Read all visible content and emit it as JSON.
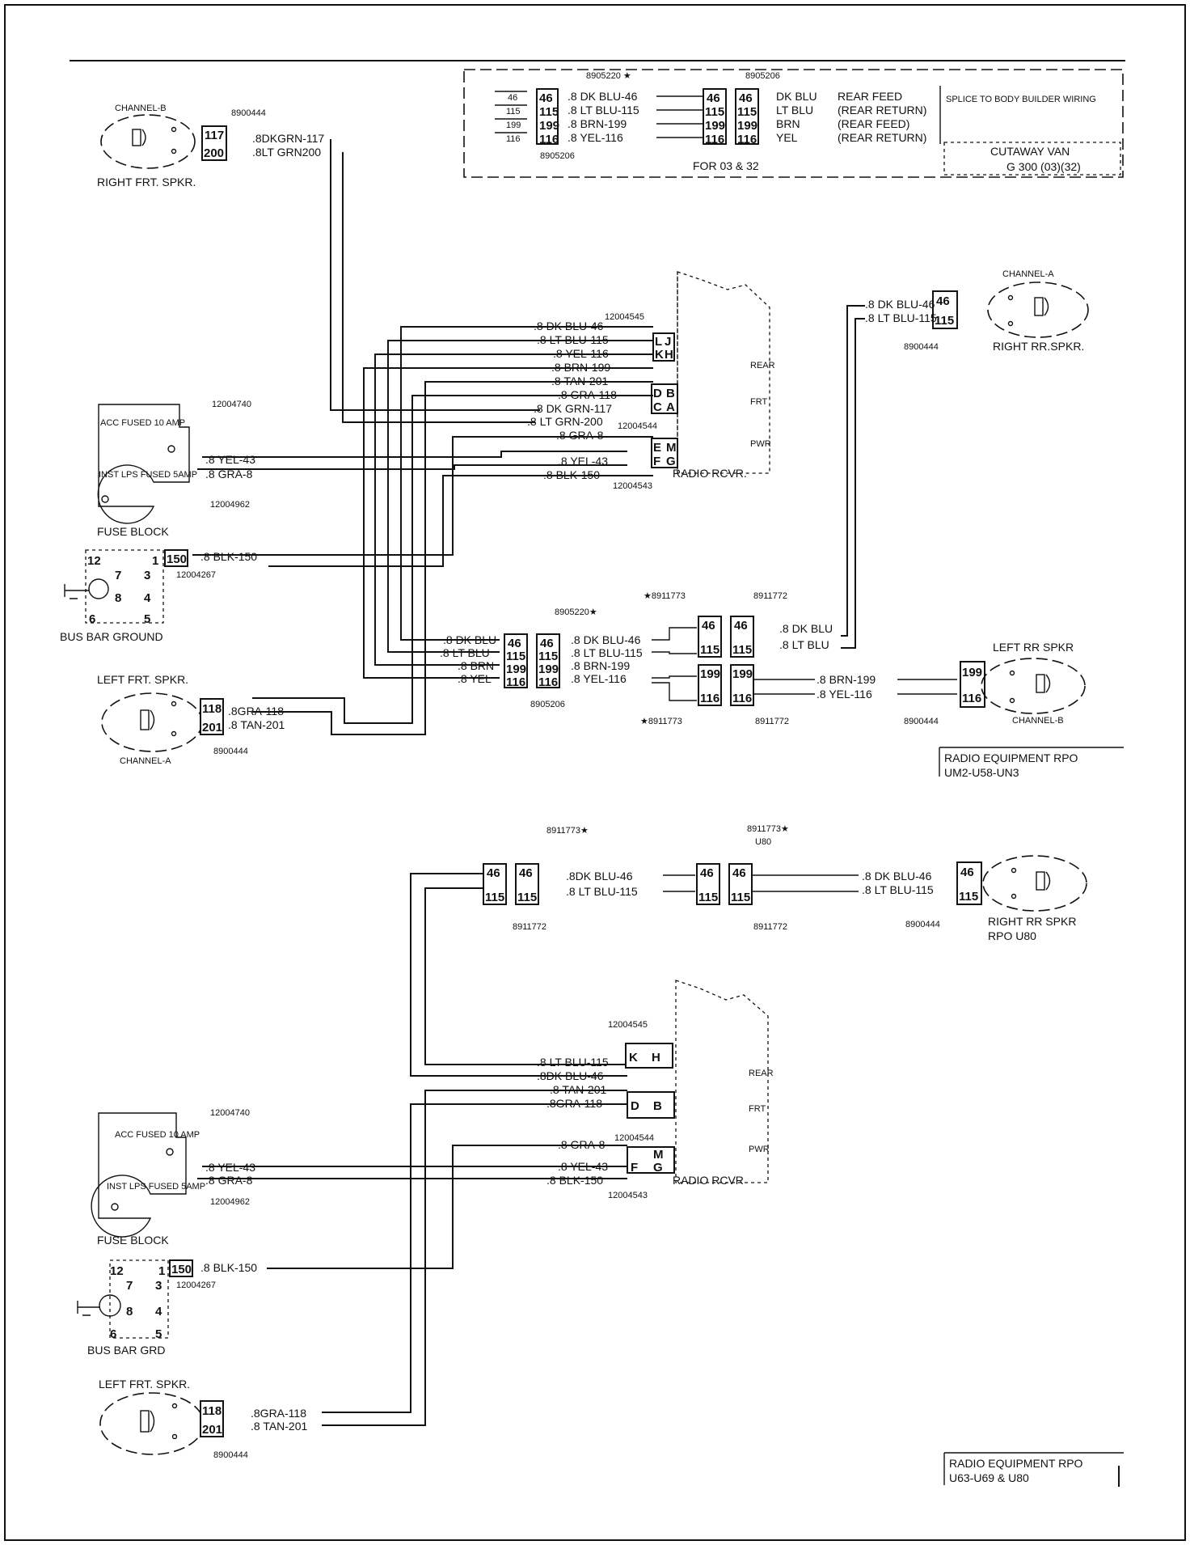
{
  "cutaway": {
    "ids": {
      "connector_left": "8905220 ★",
      "connector_right": "8905206",
      "connector_bottom": "8905206"
    },
    "left_pins": [
      "46",
      "115",
      "199",
      "116"
    ],
    "wires": [
      ".8 DK BLU-46",
      ".8 LT BLU-115",
      ".8 BRN-199",
      ".8 YEL-116"
    ],
    "right_pins": [
      "46",
      "115",
      "199",
      "116"
    ],
    "colors": [
      "DK BLU",
      "LT BLU",
      "BRN",
      "YEL"
    ],
    "functions": [
      "REAR FEED",
      "(REAR RETURN)",
      "(REAR FEED)",
      "(REAR RETURN)"
    ],
    "splice_note": "SPLICE TO BODY BUILDER WIRING",
    "footer": "FOR 03 & 32",
    "model_title": "CUTAWAY VAN",
    "model": "G 300 (03)(32)"
  },
  "top": {
    "right_frt_spkr": {
      "channel": "CHANNEL-B",
      "id": "8900444",
      "pins": [
        "117",
        "200"
      ],
      "wires": [
        ".8DKGRN-117",
        ".8LT GRN200"
      ],
      "label": "RIGHT FRT. SPKR."
    },
    "radio": {
      "ids": [
        "12004545",
        "12004544",
        "12004543"
      ],
      "pins_a": [
        "L",
        "J",
        "K",
        "H"
      ],
      "pins_b": [
        "D",
        "B",
        "C",
        "A"
      ],
      "pins_c": [
        "E",
        "M",
        "F",
        "G"
      ],
      "sections": [
        "REAR",
        "FRT",
        "PWR"
      ],
      "label": "RADIO RCVR.",
      "wires": [
        ".8 DK BLU-46",
        ".8 LT BLU-115",
        ".8 YEL-116",
        ".8 BRN-199",
        ".8 TAN-201",
        ".8 GRA-118",
        ".8 DK GRN-117",
        ".8 LT GRN-200",
        ".8 GRA-8",
        ".8 YEL-43",
        ".8 BLK-150"
      ]
    },
    "fuse_block": {
      "id": "12004740",
      "acc": "ACC FUSED 10 AMP",
      "inst": "INST LPS FUSED 5AMP",
      "id2": "12004962",
      "label": "FUSE BLOCK",
      "wires": [
        ".8 YEL-43",
        ".8 GRA-8"
      ]
    },
    "bus_bar": {
      "pins": [
        "12",
        "1",
        "7",
        "3",
        "8",
        "4",
        "6",
        "5"
      ],
      "conn_pin": "150",
      "wire": ".8 BLK-150",
      "id": "12004267",
      "label": "BUS BAR GROUND"
    },
    "left_frt_spkr": {
      "label": "LEFT FRT. SPKR.",
      "pins": [
        "118",
        "201"
      ],
      "wires": [
        ".8GRA-118",
        ".8 TAN-201"
      ],
      "channel": "CHANNEL-A",
      "id": "8900444"
    },
    "right_rr_spkr": {
      "channel": "CHANNEL-A",
      "wires": [
        ".8 DK BLU-46",
        ".8 LT BLU-115"
      ],
      "pins": [
        "46",
        "115"
      ],
      "id": "8900444",
      "label": "RIGHT RR.SPKR."
    },
    "junction": {
      "id_top": "8905220★",
      "id_bottom": "8905206",
      "left_wires": [
        ".8 DK BLU",
        ".8 LT BLU",
        ".8 BRN",
        ".8 YEL"
      ],
      "pins": [
        "46",
        "115",
        "199",
        "116"
      ],
      "right_wires": [
        ".8 DK BLU-46",
        ".8 LT BLU-115",
        ".8 BRN-199",
        ".8 YEL-116"
      ]
    },
    "inline": {
      "id_a": "★8911773",
      "id_b": "8911772",
      "id_c": "★8911773",
      "id_d": "8911772",
      "pins_top": [
        "46",
        "115"
      ],
      "pins_bottom": [
        "199",
        "116"
      ],
      "out_top": [
        ".8 DK BLU",
        ".8 LT BLU"
      ],
      "out_bottom": [
        ".8 BRN-199",
        ".8 YEL-116"
      ]
    },
    "left_rr_spkr": {
      "label": "LEFT RR SPKR",
      "pins": [
        "199",
        "116"
      ],
      "id": "8900444",
      "channel": "CHANNEL-B"
    },
    "rpo_box": {
      "title": "RADIO EQUIPMENT RPO",
      "value": "UM2-U58-UN3"
    }
  },
  "bottom": {
    "inline_a": {
      "id_top": "8911773★",
      "id_bottom": "8911772",
      "pins": [
        "46",
        "115"
      ]
    },
    "mid_wires": [
      ".8DK BLU-46",
      ".8 LT BLU-115"
    ],
    "inline_b": {
      "id_top": "8911773★",
      "id_sub": "U80",
      "id_bottom": "8911772",
      "pins": [
        "46",
        "115"
      ]
    },
    "right_rr_spkr": {
      "wires": [
        ".8 DK BLU-46",
        ".8 LT BLU-115"
      ],
      "pins": [
        "46",
        "115"
      ],
      "id": "8900444",
      "label1": "RIGHT RR SPKR",
      "label2": "RPO U80"
    },
    "radio": {
      "ids": [
        "12004545",
        "12004544",
        "12004543"
      ],
      "pins_a": [
        "K",
        "H"
      ],
      "pins_b": [
        "D",
        "B"
      ],
      "pins_c": [
        "M",
        "F",
        "G"
      ],
      "sections": [
        "REAR",
        "FRT",
        "PWR"
      ],
      "label": "RADIO RCVR",
      "wires": [
        ".8 LT BLU-115",
        ".8DK BLU-46",
        ".8 TAN-201",
        ".8GRA-118",
        ".8 GRA-8",
        ".8 YEL-43",
        ".8 BLK-150"
      ]
    },
    "fuse_block": {
      "id": "12004740",
      "acc": "ACC FUSED 10 AMP",
      "inst": "INST LPS FUSED 5AMP",
      "id2": "12004962",
      "label": "FUSE BLOCK",
      "wires": [
        ".8 YEL-43",
        ".8 GRA-8"
      ]
    },
    "bus_bar": {
      "pins": [
        "12",
        "1",
        "7",
        "3",
        "8",
        "4",
        "6",
        "5"
      ],
      "conn_pin": "150",
      "wire": ".8 BLK-150",
      "id": "12004267",
      "label": "BUS BAR GRD"
    },
    "left_frt_spkr": {
      "label": "LEFT FRT. SPKR.",
      "pins": [
        "118",
        "201"
      ],
      "wires": [
        ".8GRA-118",
        ".8 TAN-201"
      ],
      "id": "8900444"
    },
    "rpo_box": {
      "title": "RADIO EQUIPMENT RPO",
      "value": "U63-U69 & U80"
    }
  }
}
